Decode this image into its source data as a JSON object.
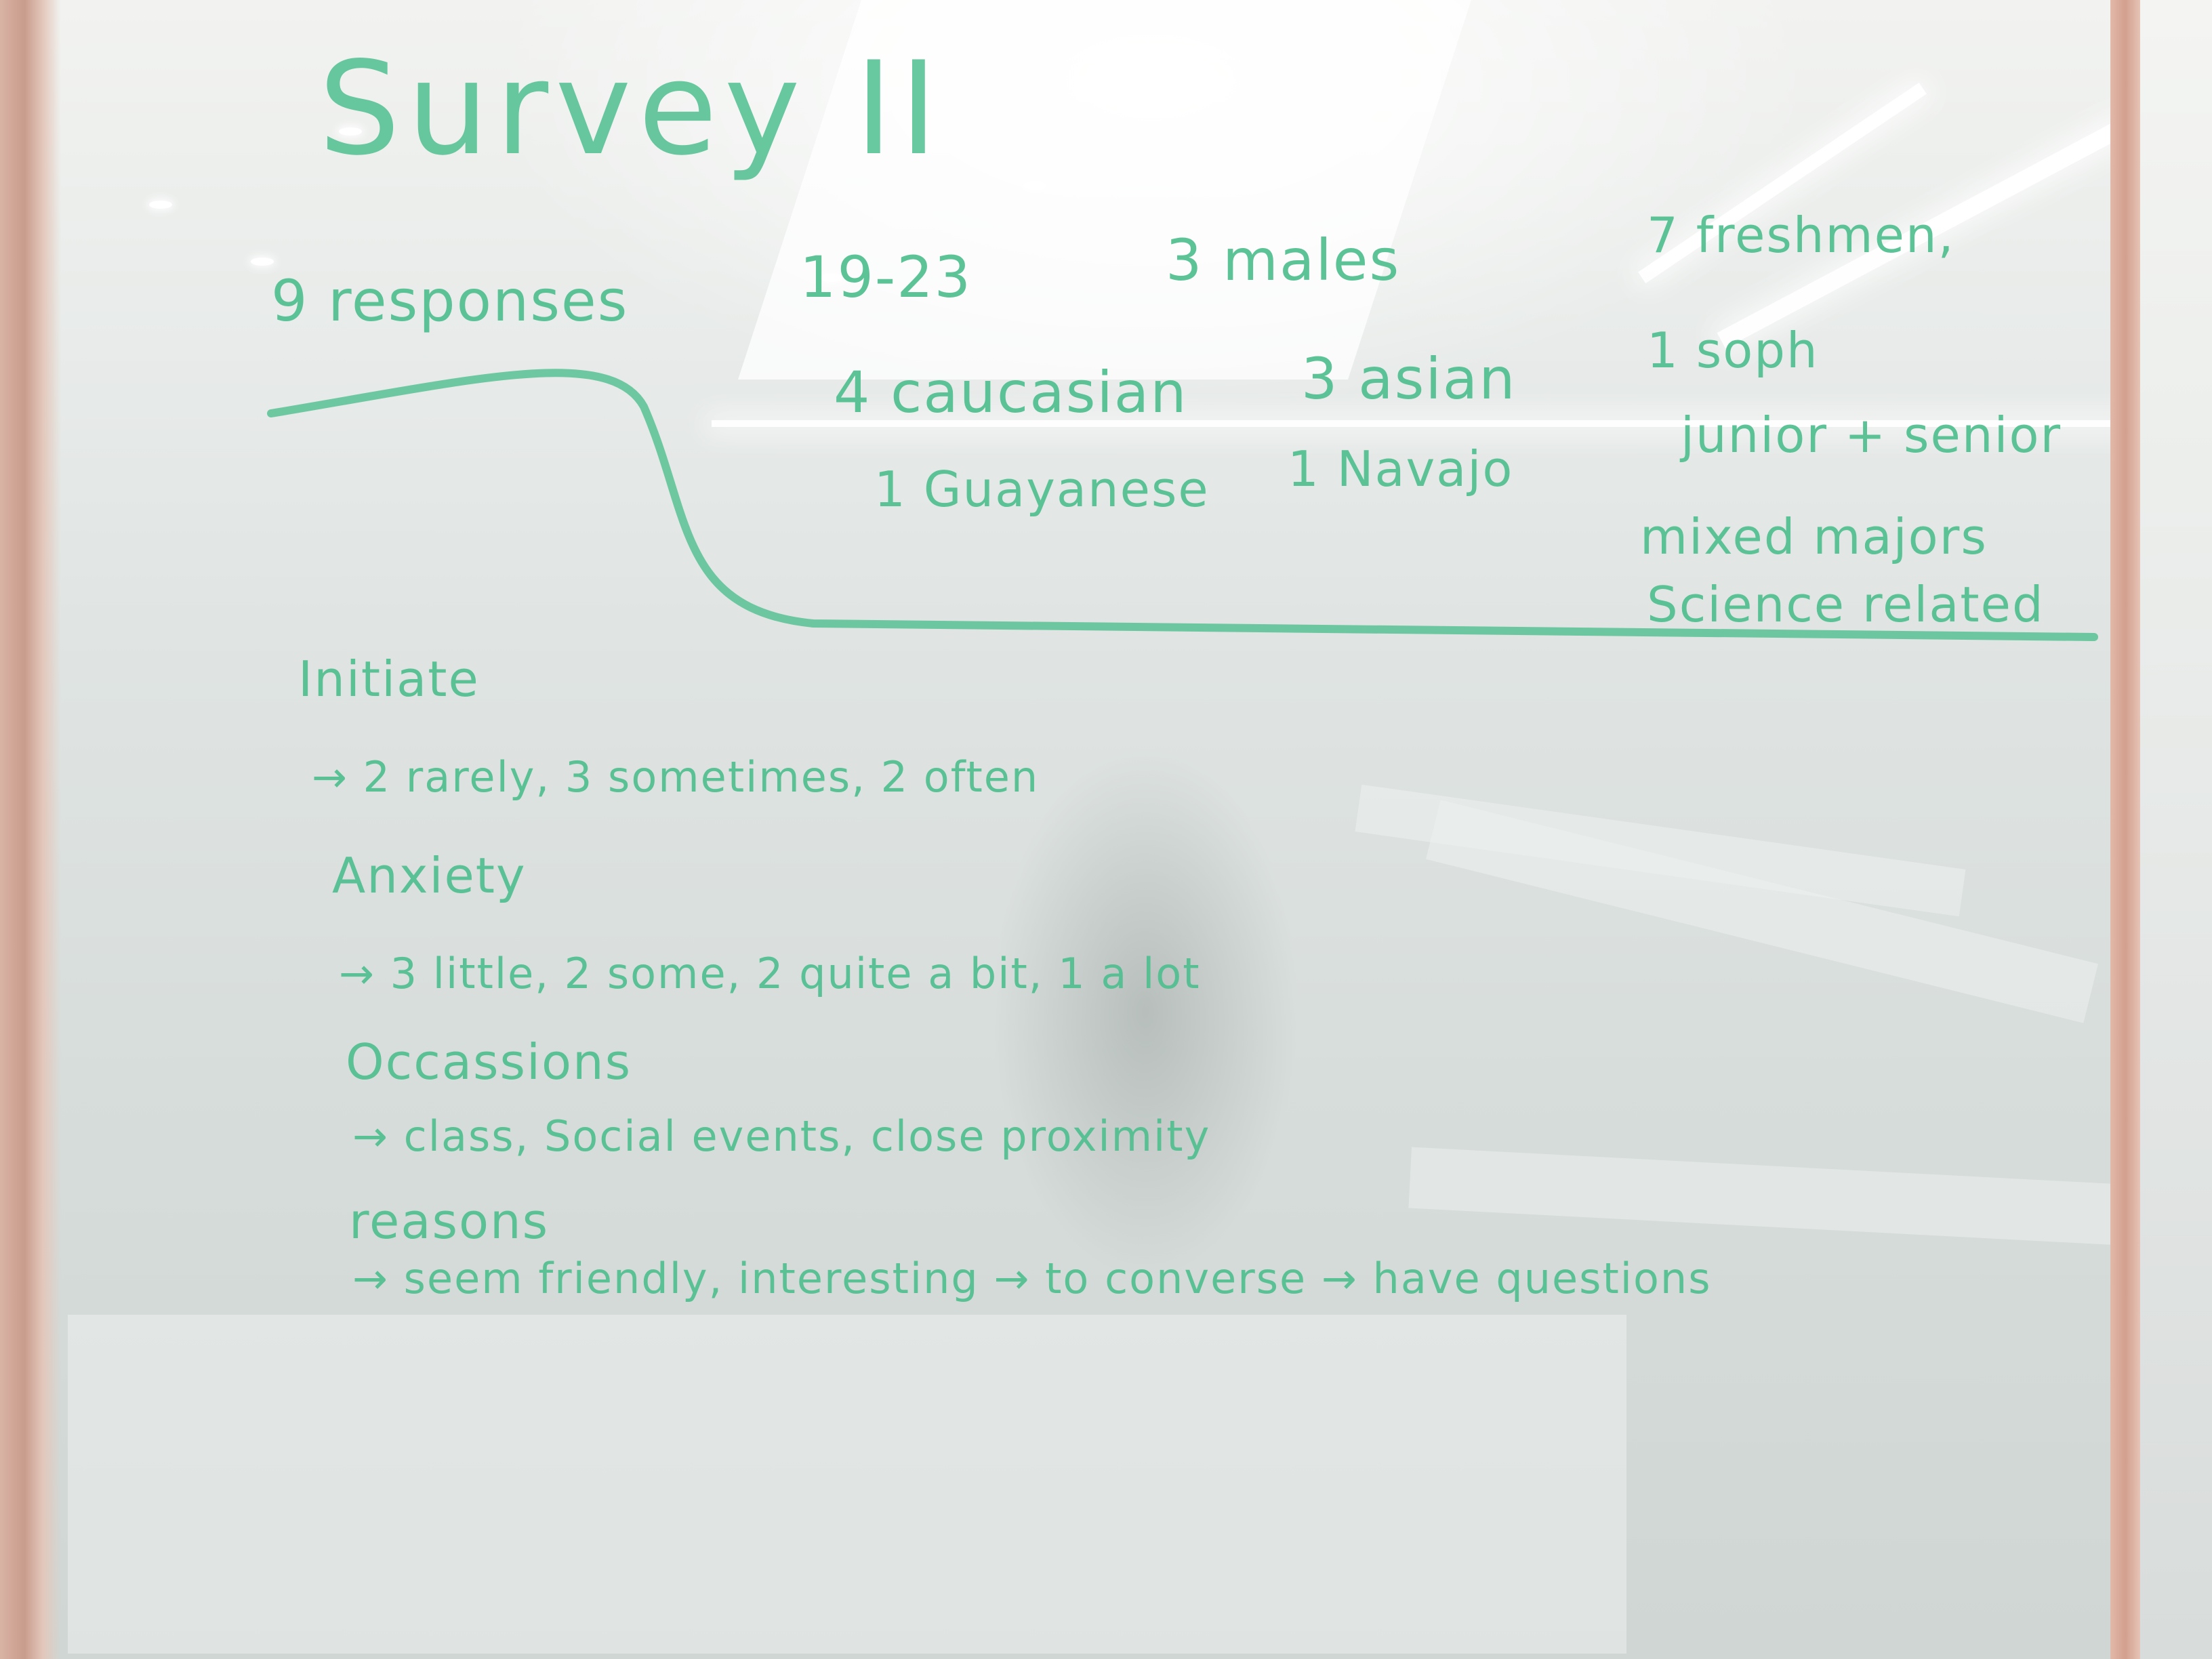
{
  "board": {
    "title": "Survey II",
    "top": {
      "responses": "9 responses",
      "age_range": "19-23",
      "males": "3 males",
      "caucasian": "4 caucasian",
      "asian": "3 asian",
      "guyanese": "1 Guayanese",
      "navajo": "1 Navajo"
    },
    "right_column": [
      "7 freshmen,",
      "1 soph",
      "junior + senior",
      "mixed majors",
      "Science related"
    ],
    "sections": [
      {
        "heading": "Initiate",
        "detail": "→ 2 rarely, 3 sometimes, 2 often"
      },
      {
        "heading": "Anxiety",
        "detail": "→ 3 little, 2 some, 2 quite a bit, 1 a lot"
      },
      {
        "heading": "Occassions",
        "detail": "→ class, Social events, close proximity"
      },
      {
        "heading": "reasons",
        "detail": "→ seem friendly, interesting → to converse → have questions"
      }
    ],
    "colors": {
      "ink": "#4fbf8f",
      "frame": "#d39f8e"
    }
  }
}
